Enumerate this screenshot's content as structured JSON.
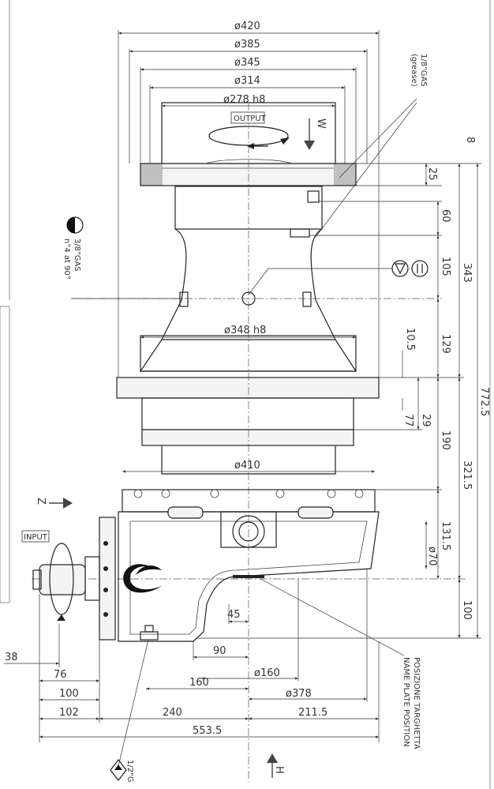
{
  "labels": {
    "output": "OUTPUT",
    "input": "INPUT",
    "w": "W",
    "z": "Z",
    "h": "H",
    "gas_grease_top": "1/8\"GAS",
    "gas_grease_bottom": "(grease)",
    "gas_38_top": "3/8\"GAS",
    "gas_38_bottom": "n°4 at 90°",
    "gas_12": "1/2\"G",
    "name_plate_it": "POSIZIONE TARGHETTA",
    "name_plate_en": "NAME PLATE POSITION"
  },
  "dims": {
    "d420": "ø420",
    "d385": "ø385",
    "d345": "ø345",
    "d314": "ø314",
    "d278": "ø278 h8",
    "d348": "ø348 h8",
    "d410": "ø410",
    "d160": "ø160",
    "d378": "ø378",
    "d70": "ø70",
    "v8": "8",
    "v25": "25",
    "v60": "60",
    "v105": "105",
    "v343": "343",
    "v129": "129",
    "v10_5": "10.5",
    "v29": "29",
    "v77": "77",
    "v190": "190",
    "v772_5": "772.5",
    "v321_5": "321.5",
    "v131_5": "131.5",
    "v100v": "100",
    "h45": "45",
    "h90": "90",
    "h160": "160",
    "h38": "38",
    "h76": "76",
    "h100": "100",
    "h102": "102",
    "h240": "240",
    "h211_5": "211.5",
    "h553_5": "553.5"
  }
}
